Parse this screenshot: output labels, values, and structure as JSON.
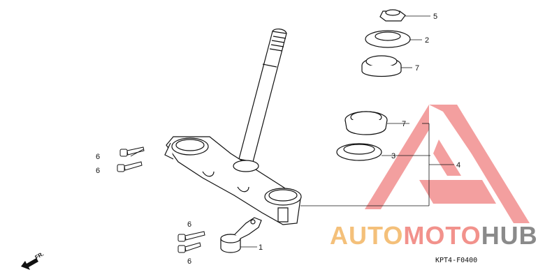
{
  "diagram": {
    "callouts": {
      "part_5": "5",
      "part_2": "2",
      "part_7_upper": "7",
      "part_7_lower": "7",
      "part_3": "3",
      "part_4": "4",
      "part_1": "1",
      "bolt_6_a": "6",
      "bolt_6_b": "6",
      "bolt_6_c": "6",
      "bolt_6_d": "6"
    },
    "direction_marker": "FR.",
    "drawing_code": "KPT4-F0400"
  },
  "watermark": {
    "part_a": "AUTO",
    "part_b": "MOTO",
    "part_c": "HUB",
    "colors": {
      "auto": "#f4c07a",
      "moto": "#f2928c",
      "hub": "#8a8a8a",
      "triangle": "#f08080"
    }
  }
}
